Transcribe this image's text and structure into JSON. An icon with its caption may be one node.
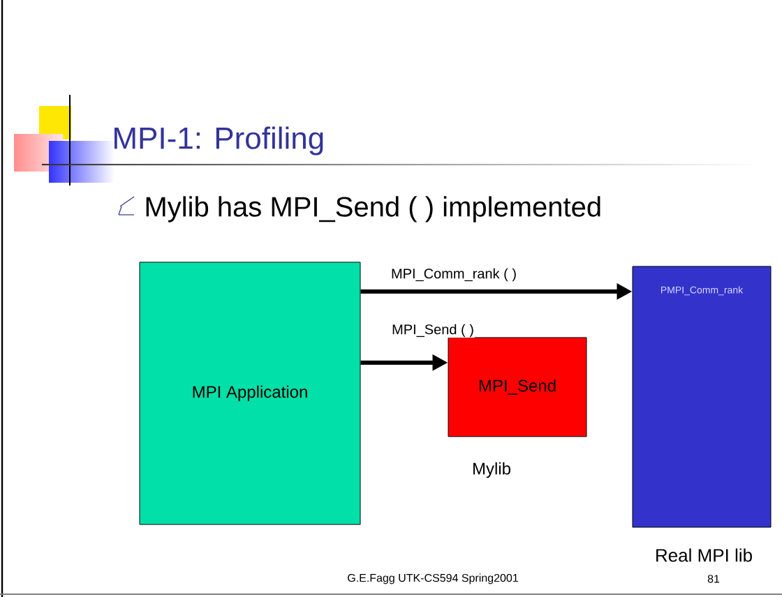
{
  "diagram": {
    "title": "MPI-1: Profiling",
    "nodes": [
      {
        "text": [
          "MPI Application"
        ]
      },
      {
        "text": [
          "MPI_Send"
        ],
        "beside": [
          "Mylib"
        ]
      },
      {
        "text": [
          "PMPI_Comm_rank"
        ],
        "beside": [
          "Real MPI lib"
        ]
      }
    ],
    "edges": [
      {
        "from": 0,
        "to": 2,
        "arrow": "to",
        "label": "MPI_Comm_rank ( )"
      },
      {
        "from": 0,
        "to": 1,
        "arrow": "to",
        "label": "MPI_Send ( )"
      }
    ],
    "labels": [
      "Mylib has MPI_Send ( ) implemented",
      "G.E.Fagg UTK-CS594 Spring2001",
      "81"
    ]
  }
}
